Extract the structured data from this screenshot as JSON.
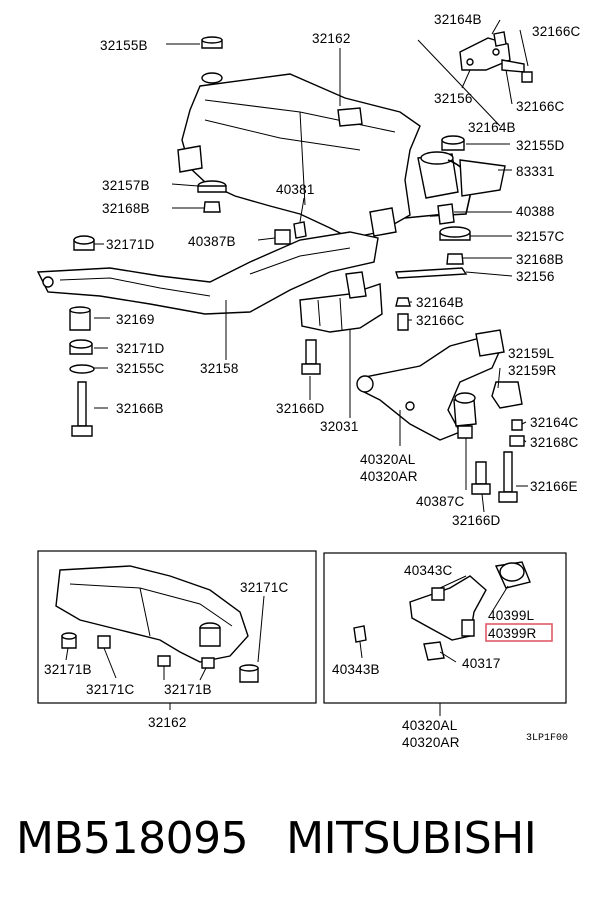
{
  "labels": {
    "l32155B": "32155B",
    "l32162": "32162",
    "l32164B_top": "32164B",
    "l32166C_top": "32166C",
    "l32156_top": "32156",
    "l32166C_mid": "32166C",
    "l32164B_mid": "32164B",
    "l32155D": "32155D",
    "l83331": "83331",
    "l32157B": "32157B",
    "l40381": "40381",
    "l32168B_left": "32168B",
    "l40388": "40388",
    "l32171D_left": "32171D",
    "l40387B": "40387B",
    "l32157C": "32157C",
    "l32168B_right": "32168B",
    "l32156_right": "32156",
    "l32164B_low": "32164B",
    "l32169": "32169",
    "l32166C_low": "32166C",
    "l32171D_low": "32171D",
    "l32159L": "32159L",
    "l32155C": "32155C",
    "l32158": "32158",
    "l32159R": "32159R",
    "l32166B": "32166B",
    "l32166D_left": "32166D",
    "l32031": "32031",
    "l32164C": "32164C",
    "l32168C": "32168C",
    "l40320AL_main": "40320AL",
    "l40320AR_main": "40320AR",
    "l32166E": "32166E",
    "l40387C": "40387C",
    "l32166D_right": "32166D",
    "l32171C_box1": "32171C",
    "l32171B_box1a": "32171B",
    "l32171C_box1b": "32171C",
    "l32171B_box1c": "32171B",
    "l32162_box": "32162",
    "l40343C": "40343C",
    "l40399L": "40399L",
    "l40399R": "40399R",
    "l40343B": "40343B",
    "l40317": "40317",
    "l40320AL_box": "40320AL",
    "l40320AR_box": "40320AR",
    "code": "3LP1F00"
  },
  "caption": {
    "part_number": "MB518095",
    "brand": "MITSUBISHI"
  },
  "colors": {
    "highlight": "#e05a6a",
    "ink": "#000000"
  }
}
